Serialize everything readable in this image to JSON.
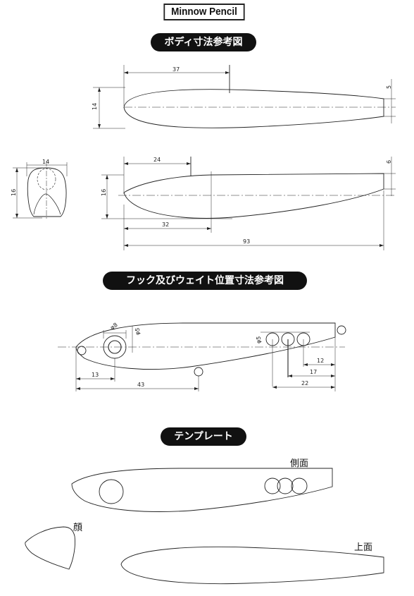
{
  "title": "Minnow Pencil",
  "sections": {
    "body_dims": "ボディ寸法参考図",
    "hook_weight": "フック及びウェイト位置寸法参考図",
    "template": "テンプレート"
  },
  "template_labels": {
    "side": "側面",
    "face": "顔",
    "top": "上面"
  },
  "dimensions": {
    "top_view_37": "37",
    "top_view_14": "14",
    "top_view_5": "5",
    "face_width_14": "14",
    "face_height_16": "16",
    "side_view_24": "24",
    "side_view_16": "16",
    "side_view_6": "6",
    "side_view_32": "32",
    "overall_93": "93",
    "eye_dia": "φ8",
    "eye_5": "φ5",
    "weight_dia": "φ5",
    "hook_13": "13",
    "hook_43": "43",
    "weight_12": "12",
    "weight_17": "17",
    "weight_22": "22"
  },
  "colors": {
    "line": "#222222",
    "pill_bg": "#111111",
    "pill_text": "#ffffff"
  }
}
